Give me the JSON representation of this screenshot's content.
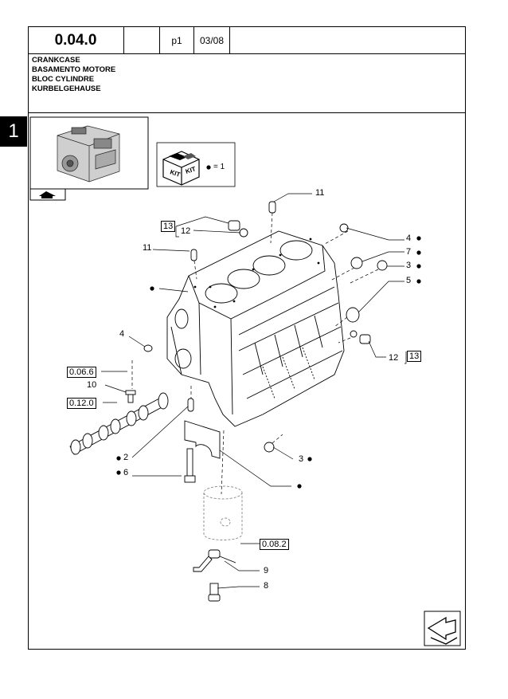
{
  "header": {
    "code": "0.04.0",
    "page": "p1",
    "date": "03/08"
  },
  "titles": [
    "CRANKCASE",
    "BASAMENTO MOTORE",
    "BLOC CYLINDRE",
    "KURBELGEHAUSE"
  ],
  "section_tab": "1",
  "kit_legend": {
    "kit_label": "KIT",
    "equals_text": "= 1"
  },
  "callouts": {
    "c11_top": "11",
    "c13_left": "13",
    "c12_left": "12",
    "c11_left": "11",
    "c4_right": "4",
    "c7": "7",
    "c3_right_top": "3",
    "c5": "5",
    "c4_left": "4",
    "c12_right": "12",
    "c13_right": "13",
    "ref_0066": "0.06.6",
    "c10": "10",
    "ref_0120": "0.12.0",
    "c2": "2",
    "c6": "6",
    "c3_bottom": "3",
    "ref_0082": "0.08.2",
    "c9": "9",
    "c8": "8"
  },
  "icons": {
    "engine_thumbnail": "engine-thumbnail-icon",
    "back_arrow": "back-arrow-icon",
    "kit_box": "kit-box-icon",
    "next_page": "next-page-arrow-icon",
    "bullet": "bullet-dot-icon"
  }
}
